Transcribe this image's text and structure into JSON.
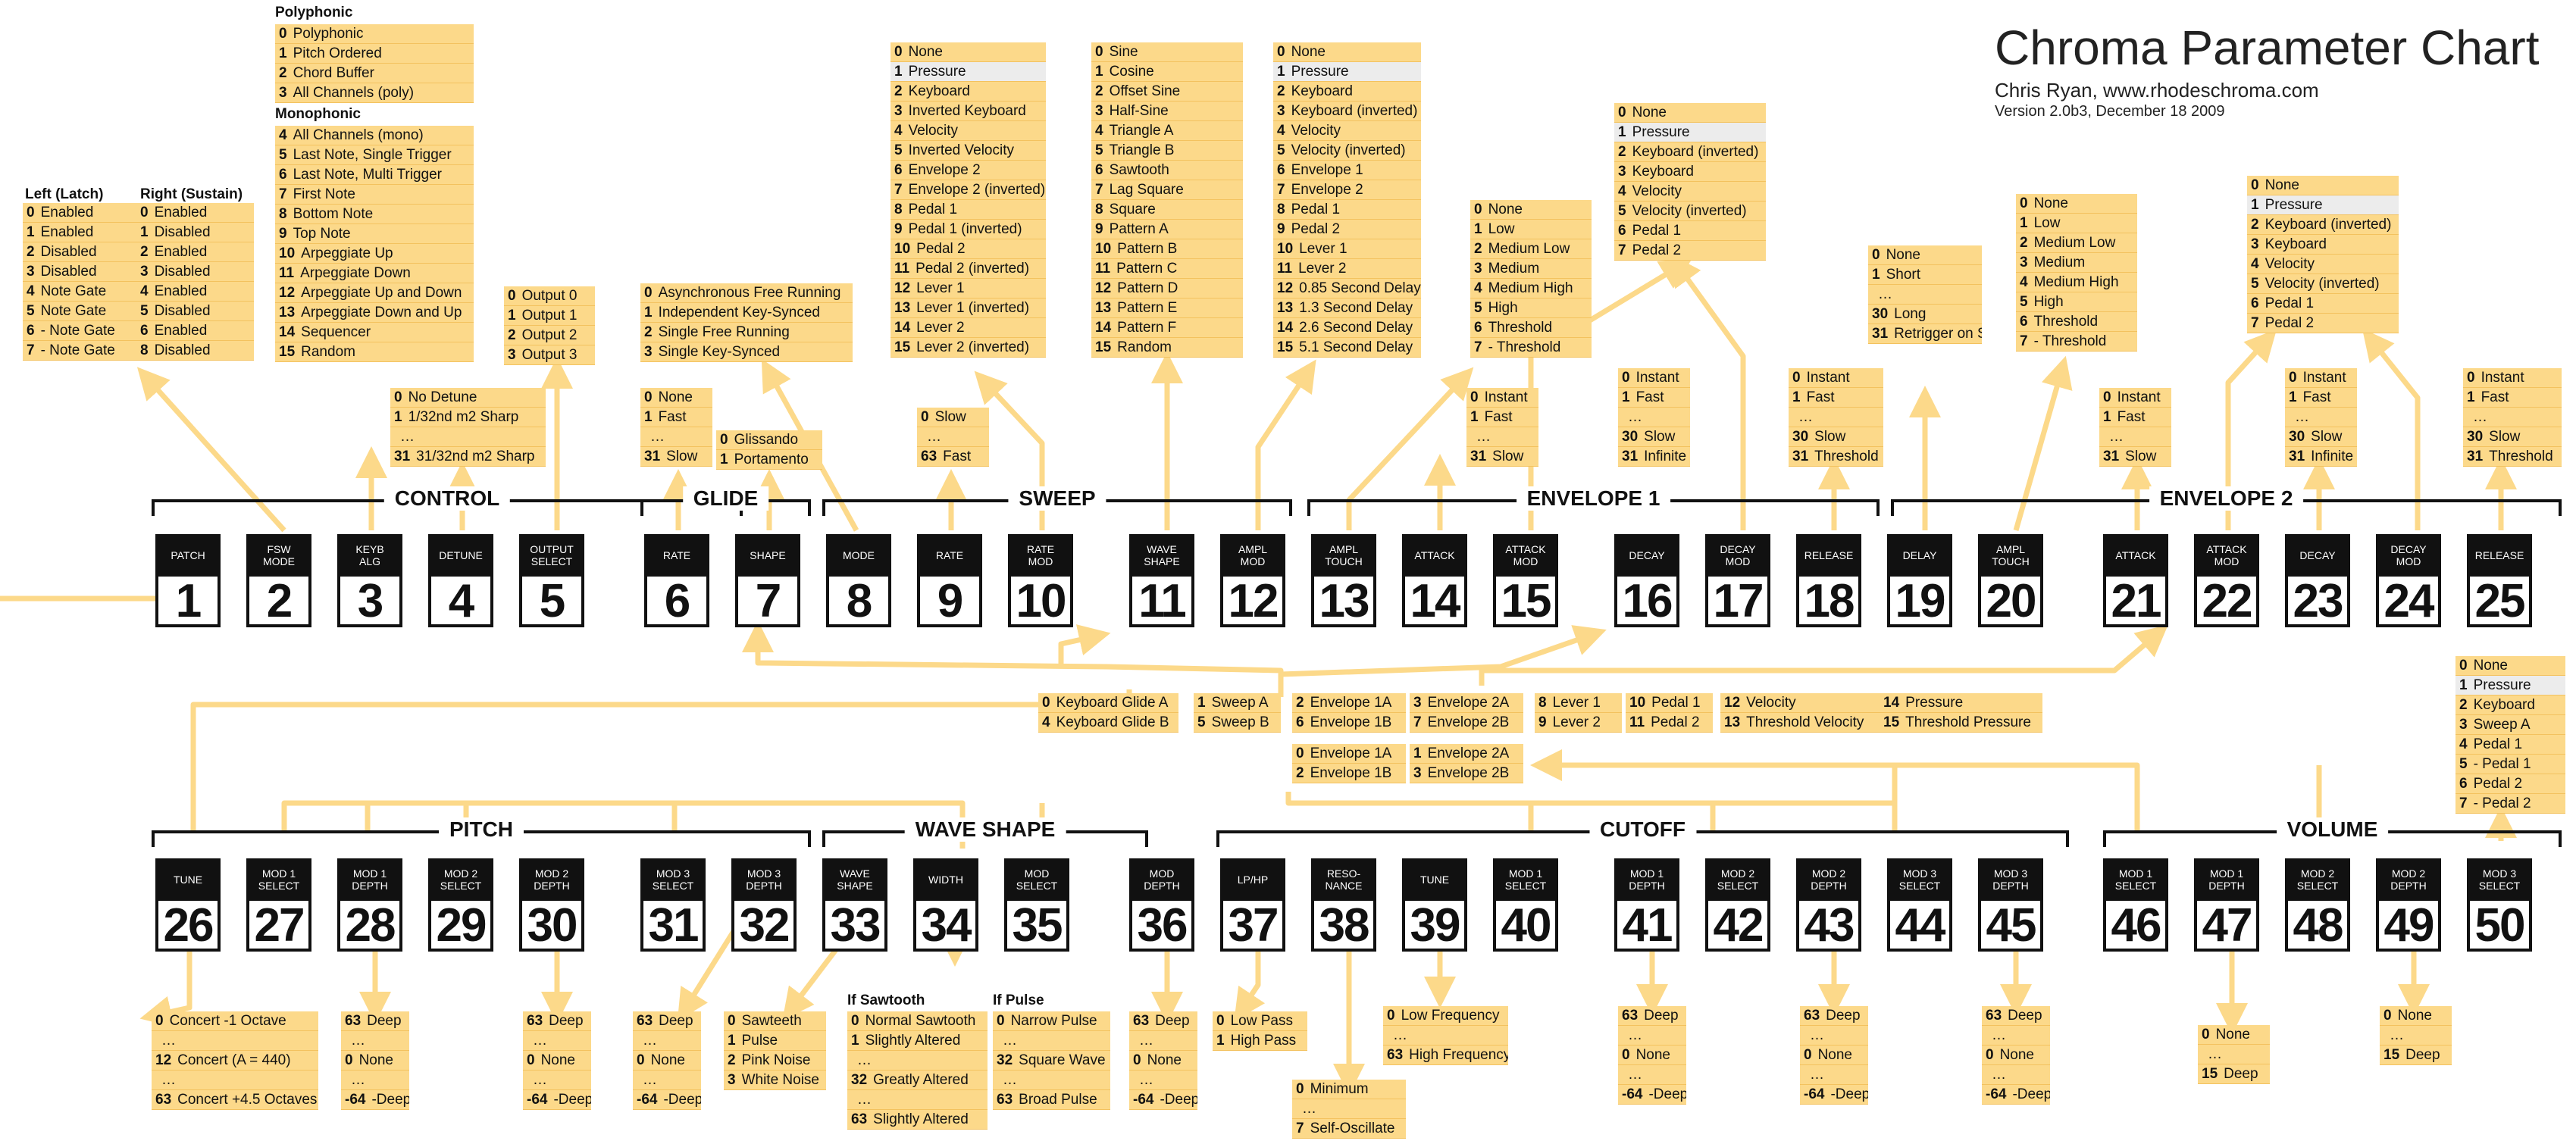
{
  "title": "Chroma Parameter Chart",
  "author": "Chris Ryan, www.rhodeschroma.com",
  "version": "Version 2.0b3, December 18 2009",
  "colors": {
    "option_box": "#fcd98a",
    "arrow": "#fcd98a",
    "highlight": "#ececec",
    "panel": "#111111"
  },
  "sections": [
    "CONTROL",
    "GLIDE",
    "SWEEP",
    "ENVELOPE 1",
    "ENVELOPE 2",
    "PITCH",
    "WAVE SHAPE",
    "CUTOFF",
    "VOLUME"
  ],
  "params": {
    "1": {
      "label": "PATCH"
    },
    "2": {
      "label": "FSW\nMODE"
    },
    "3": {
      "label": "KEYB\nALG"
    },
    "4": {
      "label": "DETUNE"
    },
    "5": {
      "label": "OUTPUT\nSELECT"
    },
    "6": {
      "label": "RATE"
    },
    "7": {
      "label": "SHAPE"
    },
    "8": {
      "label": "MODE"
    },
    "9": {
      "label": "RATE"
    },
    "10": {
      "label": "RATE\nMOD"
    },
    "11": {
      "label": "WAVE\nSHAPE"
    },
    "12": {
      "label": "AMPL\nMOD"
    },
    "13": {
      "label": "AMPL\nTOUCH"
    },
    "14": {
      "label": "ATTACK"
    },
    "15": {
      "label": "ATTACK\nMOD"
    },
    "16": {
      "label": "DECAY"
    },
    "17": {
      "label": "DECAY\nMOD"
    },
    "18": {
      "label": "RELEASE"
    },
    "19": {
      "label": "DELAY"
    },
    "20": {
      "label": "AMPL\nTOUCH"
    },
    "21": {
      "label": "ATTACK"
    },
    "22": {
      "label": "ATTACK\nMOD"
    },
    "23": {
      "label": "DECAY"
    },
    "24": {
      "label": "DECAY\nMOD"
    },
    "25": {
      "label": "RELEASE"
    },
    "26": {
      "label": "TUNE"
    },
    "27": {
      "label": "MOD 1\nSELECT"
    },
    "28": {
      "label": "MOD 1\nDEPTH"
    },
    "29": {
      "label": "MOD 2\nSELECT"
    },
    "30": {
      "label": "MOD 2\nDEPTH"
    },
    "31": {
      "label": "MOD 3\nSELECT"
    },
    "32": {
      "label": "MOD 3\nDEPTH"
    },
    "33": {
      "label": "WAVE\nSHAPE"
    },
    "34": {
      "label": "WIDTH"
    },
    "35": {
      "label": "MOD\nSELECT"
    },
    "36": {
      "label": "MOD\nDEPTH"
    },
    "37": {
      "label": "LP/HP"
    },
    "38": {
      "label": "RESO-\nNANCE"
    },
    "39": {
      "label": "TUNE"
    },
    "40": {
      "label": "MOD 1\nSELECT"
    },
    "41": {
      "label": "MOD 1\nDEPTH"
    },
    "42": {
      "label": "MOD 2\nSELECT"
    },
    "43": {
      "label": "MOD 2\nDEPTH"
    },
    "44": {
      "label": "MOD 3\nSELECT"
    },
    "45": {
      "label": "MOD 3\nDEPTH"
    },
    "46": {
      "label": "MOD 1\nSELECT"
    },
    "47": {
      "label": "MOD 1\nDEPTH"
    },
    "48": {
      "label": "MOD 2\nSELECT"
    },
    "49": {
      "label": "MOD 2\nDEPTH"
    },
    "50": {
      "label": "MOD 3\nSELECT"
    }
  },
  "headers": {
    "left_latch": "Left (Latch)",
    "right_sustain": "Right (Sustain)",
    "polyphonic": "Polyphonic",
    "monophonic": "Monophonic",
    "if_sawtooth": "If Sawtooth",
    "if_pulse": "If Pulse"
  },
  "lists": {
    "fsw_left": [
      [
        "0",
        "Enabled"
      ],
      [
        "1",
        "Enabled"
      ],
      [
        "2",
        "Disabled"
      ],
      [
        "3",
        "Disabled"
      ],
      [
        "4",
        "Note Gate"
      ],
      [
        "5",
        "Note Gate"
      ],
      [
        "6",
        "- Note Gate"
      ],
      [
        "7",
        "- Note Gate"
      ]
    ],
    "fsw_right": [
      [
        "0",
        "Enabled"
      ],
      [
        "1",
        "Disabled"
      ],
      [
        "2",
        "Enabled"
      ],
      [
        "3",
        "Disabled"
      ],
      [
        "4",
        "Enabled"
      ],
      [
        "5",
        "Disabled"
      ],
      [
        "6",
        "Enabled"
      ],
      [
        "8",
        "Disabled"
      ]
    ],
    "keyb_poly": [
      [
        "0",
        "Polyphonic"
      ],
      [
        "1",
        "Pitch Ordered"
      ],
      [
        "2",
        "Chord Buffer"
      ],
      [
        "3",
        "All Channels (poly)"
      ]
    ],
    "keyb_mono": [
      [
        "4",
        "All Channels (mono)"
      ],
      [
        "5",
        "Last Note, Single Trigger"
      ],
      [
        "6",
        "Last Note, Multi Trigger"
      ],
      [
        "7",
        "First Note"
      ],
      [
        "8",
        "Bottom Note"
      ],
      [
        "9",
        "Top Note"
      ],
      [
        "10",
        "Arpeggiate Up"
      ],
      [
        "11",
        "Arpeggiate Down"
      ],
      [
        "12",
        "Arpeggiate Up and Down"
      ],
      [
        "13",
        "Arpeggiate Down and Up"
      ],
      [
        "14",
        "Sequencer"
      ],
      [
        "15",
        "Random"
      ]
    ],
    "detune": [
      [
        "0",
        "No Detune"
      ],
      [
        "1",
        "1/32nd m2 Sharp"
      ],
      [
        "",
        "…"
      ],
      [
        "31",
        "31/32nd m2 Sharp"
      ]
    ],
    "output": [
      [
        "0",
        "Output 0"
      ],
      [
        "1",
        "Output 1"
      ],
      [
        "2",
        "Output 2"
      ],
      [
        "3",
        "Output 3"
      ]
    ],
    "glide_rate": [
      [
        "0",
        "None"
      ],
      [
        "1",
        "Fast"
      ],
      [
        "",
        "…"
      ],
      [
        "31",
        "Slow"
      ]
    ],
    "glide_shape": [
      [
        "0",
        "Glissando"
      ],
      [
        "1",
        "Portamento"
      ]
    ],
    "sweep_mode": [
      [
        "0",
        "Asynchronous Free Running"
      ],
      [
        "1",
        "Independent Key-Synced"
      ],
      [
        "2",
        "Single Free Running"
      ],
      [
        "3",
        "Single Key-Synced"
      ]
    ],
    "sweep_rate": [
      [
        "0",
        "Slow"
      ],
      [
        "",
        "…"
      ],
      [
        "63",
        "Fast"
      ]
    ],
    "sweep_ratemod": [
      [
        "0",
        "None"
      ],
      [
        "1",
        "Pressure"
      ],
      [
        "2",
        "Keyboard"
      ],
      [
        "3",
        "Inverted Keyboard"
      ],
      [
        "4",
        "Velocity"
      ],
      [
        "5",
        "Inverted Velocity"
      ],
      [
        "6",
        "Envelope 2"
      ],
      [
        "7",
        "Envelope 2 (inverted)"
      ],
      [
        "8",
        "Pedal 1"
      ],
      [
        "9",
        "Pedal 1 (inverted)"
      ],
      [
        "10",
        "Pedal 2"
      ],
      [
        "11",
        "Pedal 2 (inverted)"
      ],
      [
        "12",
        "Lever 1"
      ],
      [
        "13",
        "Lever 1 (inverted)"
      ],
      [
        "14",
        "Lever 2"
      ],
      [
        "15",
        "Lever 2 (inverted)"
      ]
    ],
    "sweep_wave": [
      [
        "0",
        "Sine"
      ],
      [
        "1",
        "Cosine"
      ],
      [
        "2",
        "Offset Sine"
      ],
      [
        "3",
        "Half-Sine"
      ],
      [
        "4",
        "Triangle A"
      ],
      [
        "5",
        "Triangle B"
      ],
      [
        "6",
        "Sawtooth"
      ],
      [
        "7",
        "Lag Square"
      ],
      [
        "8",
        "Square"
      ],
      [
        "9",
        "Pattern A"
      ],
      [
        "10",
        "Pattern B"
      ],
      [
        "11",
        "Pattern C"
      ],
      [
        "12",
        "Pattern D"
      ],
      [
        "13",
        "Pattern E"
      ],
      [
        "14",
        "Pattern F"
      ],
      [
        "15",
        "Random"
      ]
    ],
    "sweep_amplmod": [
      [
        "0",
        "None"
      ],
      [
        "1",
        "Pressure"
      ],
      [
        "2",
        "Keyboard"
      ],
      [
        "3",
        "Keyboard (inverted)"
      ],
      [
        "4",
        "Velocity"
      ],
      [
        "5",
        "Velocity (inverted)"
      ],
      [
        "6",
        "Envelope 1"
      ],
      [
        "7",
        "Envelope 2"
      ],
      [
        "8",
        "Pedal 1"
      ],
      [
        "9",
        "Pedal 2"
      ],
      [
        "10",
        "Lever 1"
      ],
      [
        "11",
        "Lever 2"
      ],
      [
        "12",
        "0.85 Second Delay"
      ],
      [
        "13",
        "1.3 Second Delay"
      ],
      [
        "14",
        "2.6 Second Delay"
      ],
      [
        "15",
        "5.1 Second Delay"
      ]
    ],
    "env1_touch": [
      [
        "0",
        "None"
      ],
      [
        "1",
        "Low"
      ],
      [
        "2",
        "Medium Low"
      ],
      [
        "3",
        "Medium"
      ],
      [
        "4",
        "Medium High"
      ],
      [
        "5",
        "High"
      ],
      [
        "6",
        "Threshold"
      ],
      [
        "7",
        "- Threshold"
      ]
    ],
    "env1_attack": [
      [
        "0",
        "Instant"
      ],
      [
        "1",
        "Fast"
      ],
      [
        "",
        "…"
      ],
      [
        "31",
        "Slow"
      ]
    ],
    "env1_mod": [
      [
        "0",
        "None"
      ],
      [
        "1",
        "Pressure"
      ],
      [
        "2",
        "Keyboard (inverted)"
      ],
      [
        "3",
        "Keyboard"
      ],
      [
        "4",
        "Velocity"
      ],
      [
        "5",
        "Velocity (inverted)"
      ],
      [
        "6",
        "Pedal 1"
      ],
      [
        "7",
        "Pedal 2"
      ]
    ],
    "env1_decay": [
      [
        "0",
        "Instant"
      ],
      [
        "1",
        "Fast"
      ],
      [
        "",
        "…"
      ],
      [
        "30",
        "Slow"
      ],
      [
        "31",
        "Infinite"
      ]
    ],
    "env1_release": [
      [
        "0",
        "Instant"
      ],
      [
        "1",
        "Fast"
      ],
      [
        "",
        "…"
      ],
      [
        "30",
        "Slow"
      ],
      [
        "31",
        "Threshold"
      ]
    ],
    "env2_delay": [
      [
        "0",
        "None"
      ],
      [
        "1",
        "Short"
      ],
      [
        "",
        "…"
      ],
      [
        "30",
        "Long"
      ],
      [
        "31",
        "Retrigger on Sweep A"
      ]
    ],
    "env2_touch": [
      [
        "0",
        "None"
      ],
      [
        "1",
        "Low"
      ],
      [
        "2",
        "Medium Low"
      ],
      [
        "3",
        "Medium"
      ],
      [
        "4",
        "Medium High"
      ],
      [
        "5",
        "High"
      ],
      [
        "6",
        "Threshold"
      ],
      [
        "7",
        "- Threshold"
      ]
    ],
    "env2_attack": [
      [
        "0",
        "Instant"
      ],
      [
        "1",
        "Fast"
      ],
      [
        "",
        "…"
      ],
      [
        "31",
        "Slow"
      ]
    ],
    "env2_mod": [
      [
        "0",
        "None"
      ],
      [
        "1",
        "Pressure"
      ],
      [
        "2",
        "Keyboard (inverted)"
      ],
      [
        "3",
        "Keyboard"
      ],
      [
        "4",
        "Velocity"
      ],
      [
        "5",
        "Velocity (inverted)"
      ],
      [
        "6",
        "Pedal 1"
      ],
      [
        "7",
        "Pedal 2"
      ]
    ],
    "env2_decay": [
      [
        "0",
        "Instant"
      ],
      [
        "1",
        "Fast"
      ],
      [
        "",
        "…"
      ],
      [
        "30",
        "Slow"
      ],
      [
        "31",
        "Infinite"
      ]
    ],
    "env2_release": [
      [
        "0",
        "Instant"
      ],
      [
        "1",
        "Fast"
      ],
      [
        "",
        "…"
      ],
      [
        "30",
        "Slow"
      ],
      [
        "31",
        "Threshold"
      ]
    ],
    "mod_a": [
      [
        "0",
        "Keyboard Glide A"
      ],
      [
        "4",
        "Keyboard Glide B"
      ]
    ],
    "mod_b": [
      [
        "1",
        "Sweep A"
      ],
      [
        "5",
        "Sweep B"
      ]
    ],
    "mod_c": [
      [
        "2",
        "Envelope 1A"
      ],
      [
        "6",
        "Envelope 1B"
      ]
    ],
    "mod_d": [
      [
        "3",
        "Envelope 2A"
      ],
      [
        "7",
        "Envelope 2B"
      ]
    ],
    "mod_e": [
      [
        "8",
        "Lever 1"
      ],
      [
        "9",
        "Lever 2"
      ]
    ],
    "mod_f": [
      [
        "10",
        "Pedal 1"
      ],
      [
        "11",
        "Pedal 2"
      ]
    ],
    "mod_g": [
      [
        "12",
        "Velocity"
      ],
      [
        "13",
        "Threshold Velocity"
      ]
    ],
    "mod_h": [
      [
        "14",
        "Pressure"
      ],
      [
        "15",
        "Threshold Pressure"
      ]
    ],
    "mod2_a": [
      [
        "0",
        "Envelope 1A"
      ],
      [
        "2",
        "Envelope 1B"
      ]
    ],
    "mod2_b": [
      [
        "1",
        "Envelope 2A"
      ],
      [
        "3",
        "Envelope 2B"
      ]
    ],
    "vol_mod": [
      [
        "0",
        "None"
      ],
      [
        "1",
        "Pressure"
      ],
      [
        "2",
        "Keyboard"
      ],
      [
        "3",
        "Sweep A"
      ],
      [
        "4",
        "Pedal 1"
      ],
      [
        "5",
        "- Pedal 1"
      ],
      [
        "6",
        "Pedal 2"
      ],
      [
        "7",
        "- Pedal 2"
      ]
    ],
    "tune": [
      [
        "0",
        "Concert -1 Octave"
      ],
      [
        "",
        "…"
      ],
      [
        "12",
        "Concert (A = 440)"
      ],
      [
        "",
        "…"
      ],
      [
        "63",
        "Concert +4.5 Octaves"
      ]
    ],
    "deep_pm": [
      [
        "63",
        "Deep"
      ],
      [
        "",
        "…"
      ],
      [
        "0",
        "None"
      ],
      [
        "",
        "…"
      ],
      [
        "-64",
        "-Deep"
      ]
    ],
    "wave_shape": [
      [
        "0",
        "Sawteeth"
      ],
      [
        "1",
        "Pulse"
      ],
      [
        "2",
        "Pink Noise"
      ],
      [
        "3",
        "White Noise"
      ]
    ],
    "width_saw": [
      [
        "0",
        "Normal Sawtooth"
      ],
      [
        "1",
        "Slightly Altered"
      ],
      [
        "",
        "…"
      ],
      [
        "32",
        "Greatly Altered"
      ],
      [
        "",
        "…"
      ],
      [
        "63",
        "Slightly Altered"
      ]
    ],
    "width_pulse": [
      [
        "0",
        "Narrow Pulse"
      ],
      [
        "",
        "…"
      ],
      [
        "32",
        "Square Wave"
      ],
      [
        "",
        "…"
      ],
      [
        "63",
        "Broad Pulse"
      ]
    ],
    "lphp": [
      [
        "0",
        "Low Pass"
      ],
      [
        "1",
        "High Pass"
      ]
    ],
    "reso": [
      [
        "0",
        "Minimum"
      ],
      [
        "",
        "…"
      ],
      [
        "7",
        "Self-Oscillate"
      ]
    ],
    "cut_tune": [
      [
        "0",
        "Low Frequency"
      ],
      [
        "",
        "…"
      ],
      [
        "63",
        "High Frequency"
      ]
    ],
    "vol_depth": [
      [
        "0",
        "None"
      ],
      [
        "",
        "…"
      ],
      [
        "15",
        "Deep"
      ]
    ]
  }
}
